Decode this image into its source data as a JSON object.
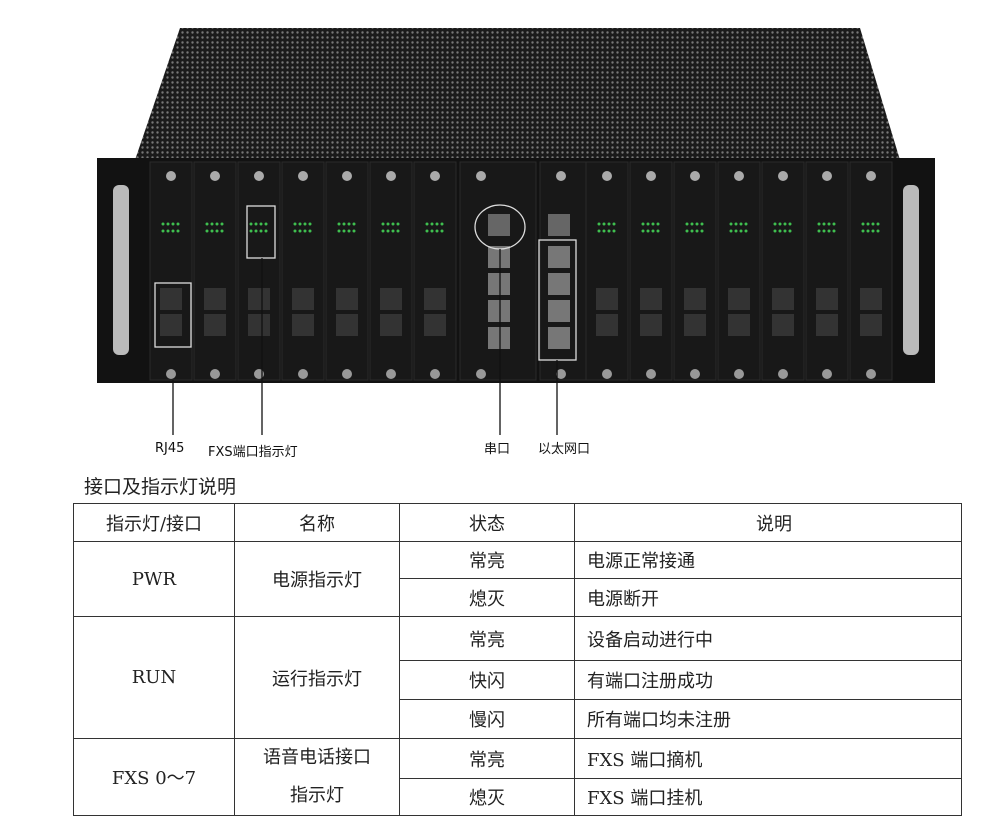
{
  "callouts": {
    "rj45": "RJ45",
    "fxs_led": "FXS端口指示灯",
    "serial": "串口",
    "ethernet": "以太网口"
  },
  "caption": "接口及指示灯说明",
  "table": {
    "headers": [
      "指示灯/接口",
      "名称",
      "状态",
      "说明"
    ],
    "groups": [
      {
        "iface": "PWR",
        "name": "电源指示灯",
        "rows": [
          {
            "state": "常亮",
            "desc": "电源正常接通"
          },
          {
            "state": "熄灭",
            "desc": "电源断开"
          }
        ]
      },
      {
        "iface": "RUN",
        "name": "运行指示灯",
        "rows": [
          {
            "state": "常亮",
            "desc": "设备启动进行中"
          },
          {
            "state": "快闪",
            "desc": "有端口注册成功"
          },
          {
            "state": "慢闪",
            "desc": "所有端口均未注册"
          }
        ]
      },
      {
        "iface": "FXS 0～7",
        "name": "语音电话接口",
        "name2": "指示灯",
        "rows": [
          {
            "state": "常亮",
            "desc": "FXS 端口摘机"
          },
          {
            "state": "熄灭",
            "desc": "FXS 端口挂机"
          }
        ]
      }
    ]
  },
  "colors": {
    "chassis": "#111111",
    "led": "#3fbf4f",
    "frame": "#dddddd"
  }
}
